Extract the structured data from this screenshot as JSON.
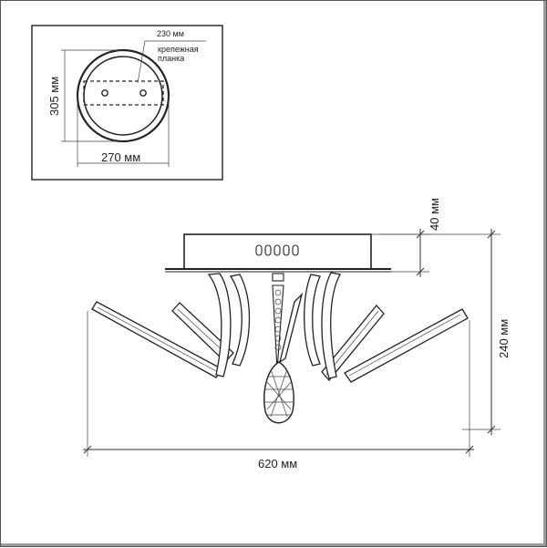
{
  "inset": {
    "width_label": "270 мм",
    "height_label": "305 мм",
    "plate_width_label": "230 мм",
    "plate_label_line1": "крепежная",
    "plate_label_line2": "планка"
  },
  "main": {
    "base_height_label": "40 мм",
    "total_height_label": "240 мм",
    "total_width_label": "620 мм"
  }
}
